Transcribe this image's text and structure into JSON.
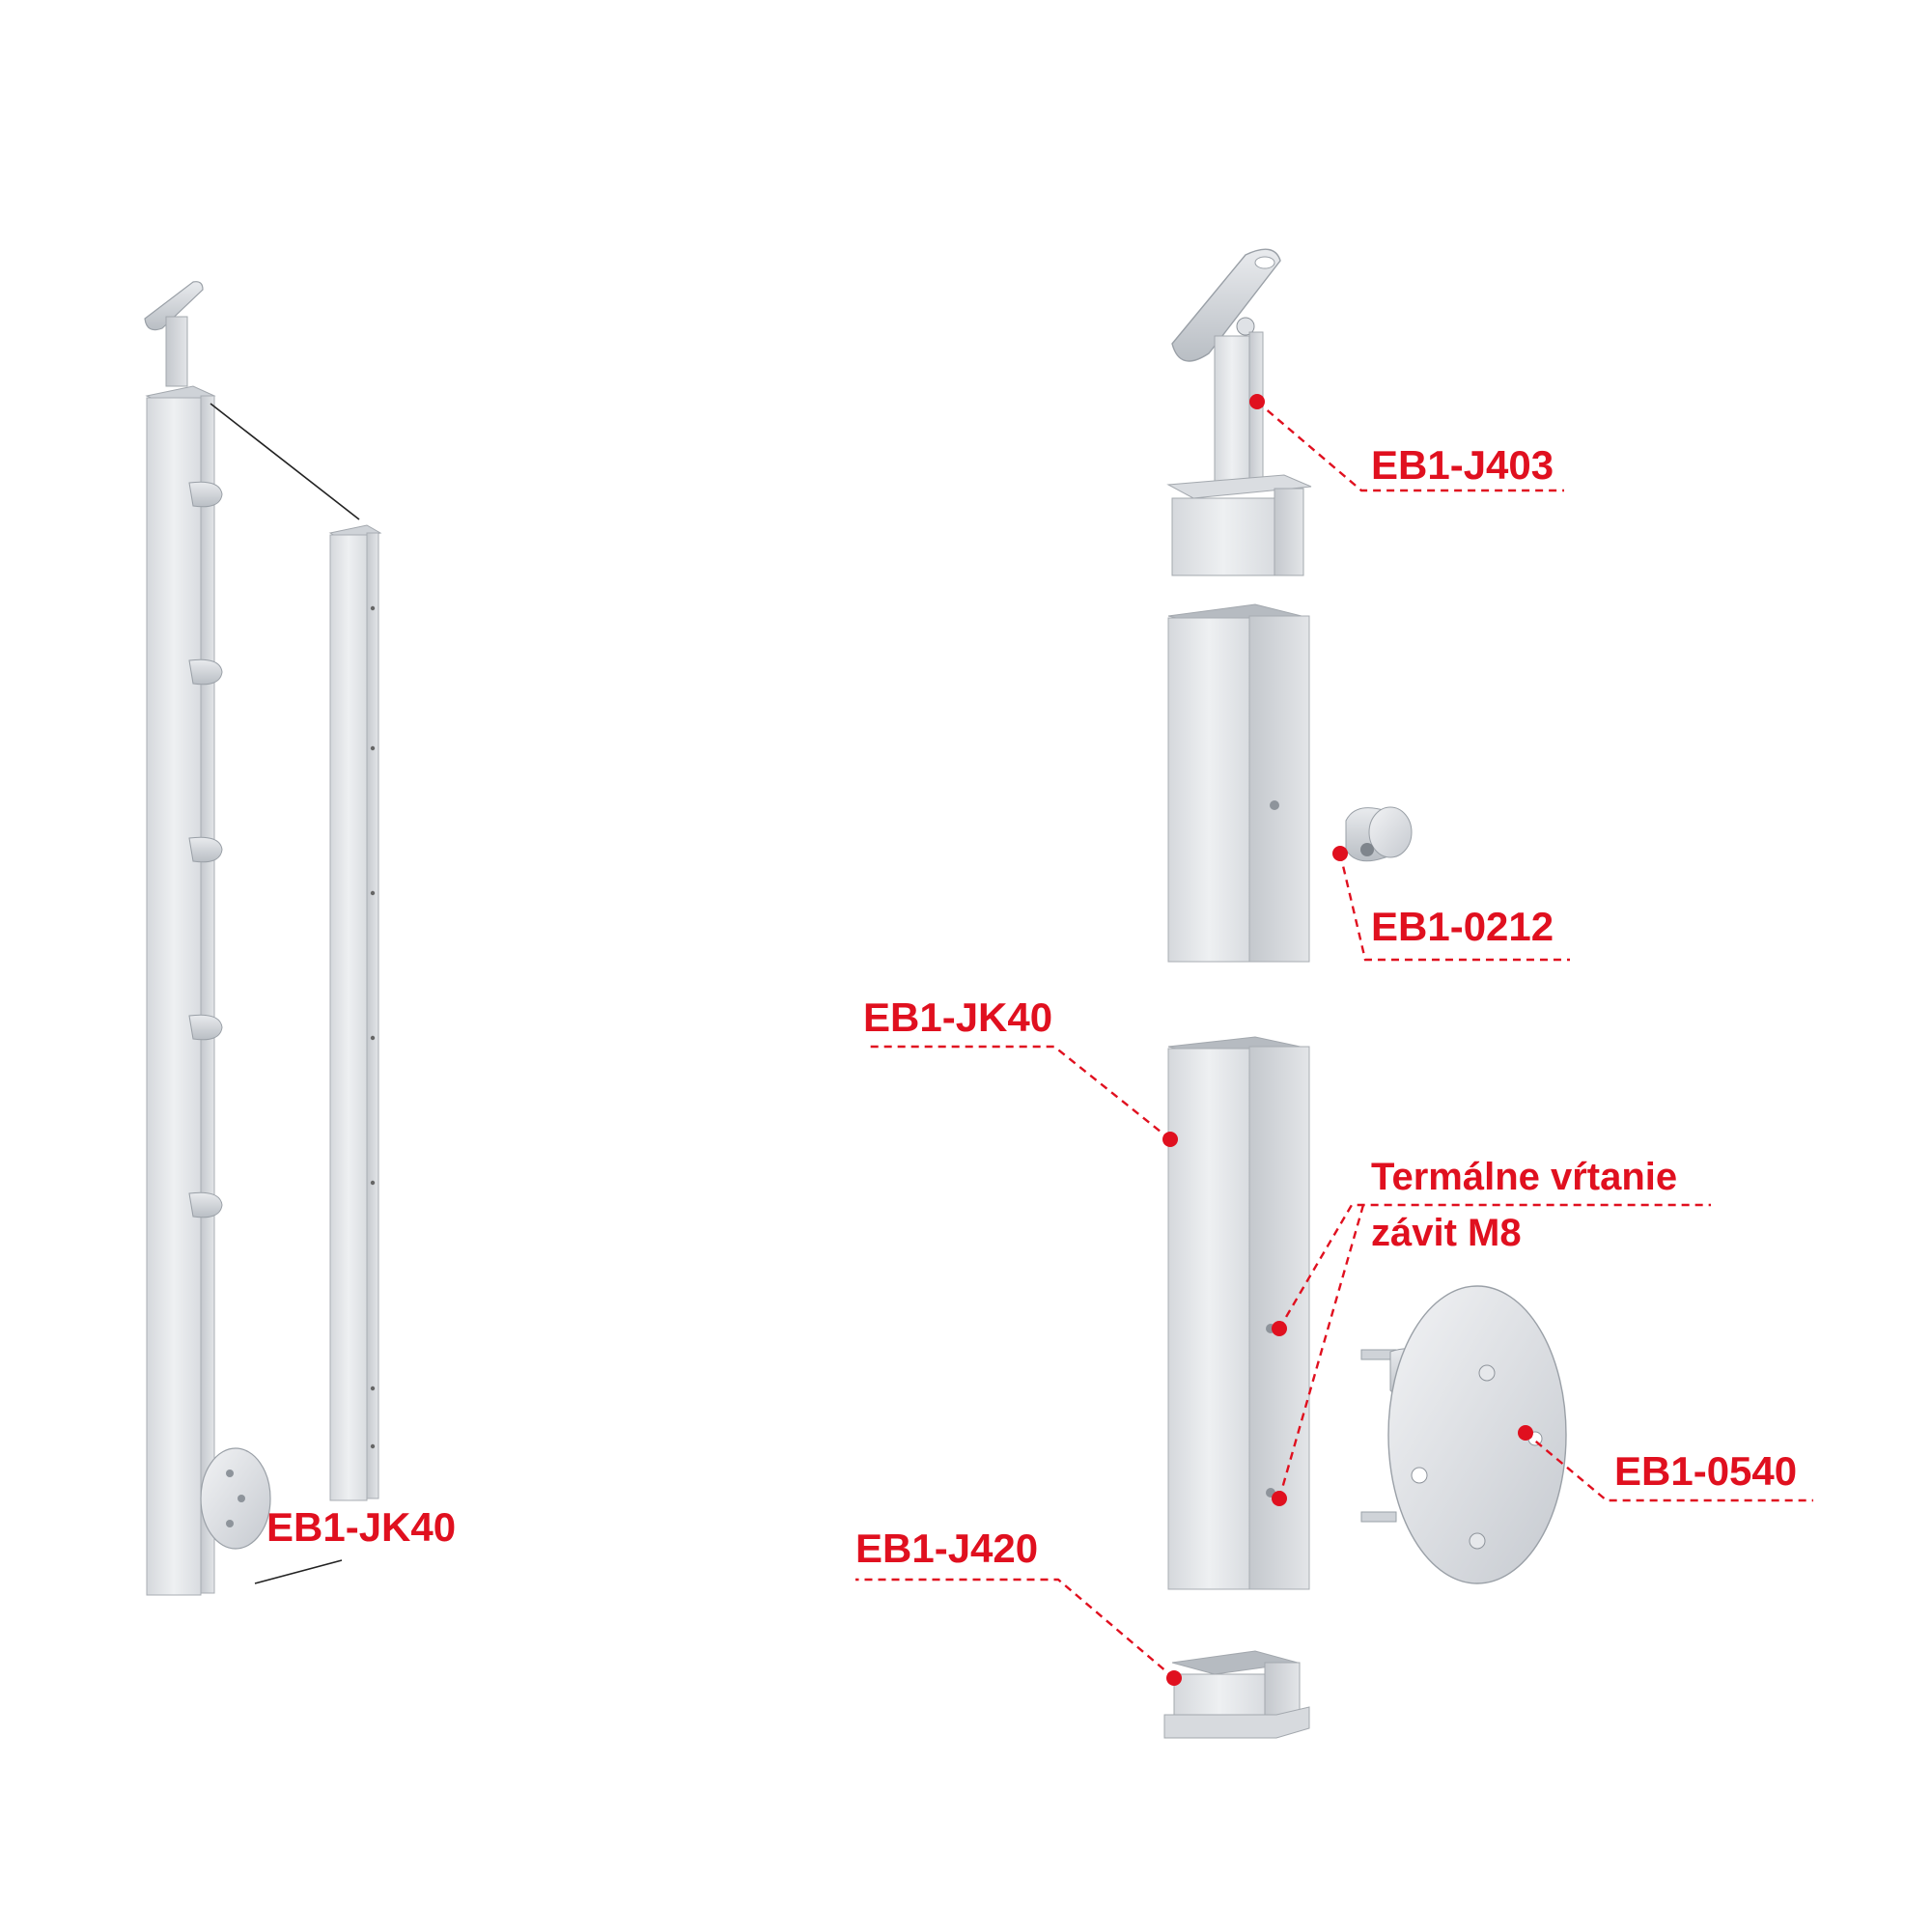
{
  "labels": {
    "assembled_post": "EB1-JK40",
    "top_adapter": "EB1-J403",
    "cable_holder": "EB1-0212",
    "post_tube": "EB1-JK40",
    "thermal_drill_line1": "Termálne vŕtanie",
    "thermal_drill_line2": "závit M8",
    "base_plate": "EB1-0540",
    "bottom_plug": "EB1-J420"
  },
  "colors": {
    "label_red": "#e0101f",
    "steel_light": "#e7e9ec",
    "steel_mid": "#c9cdd2",
    "steel_dark": "#9fa4ab"
  }
}
